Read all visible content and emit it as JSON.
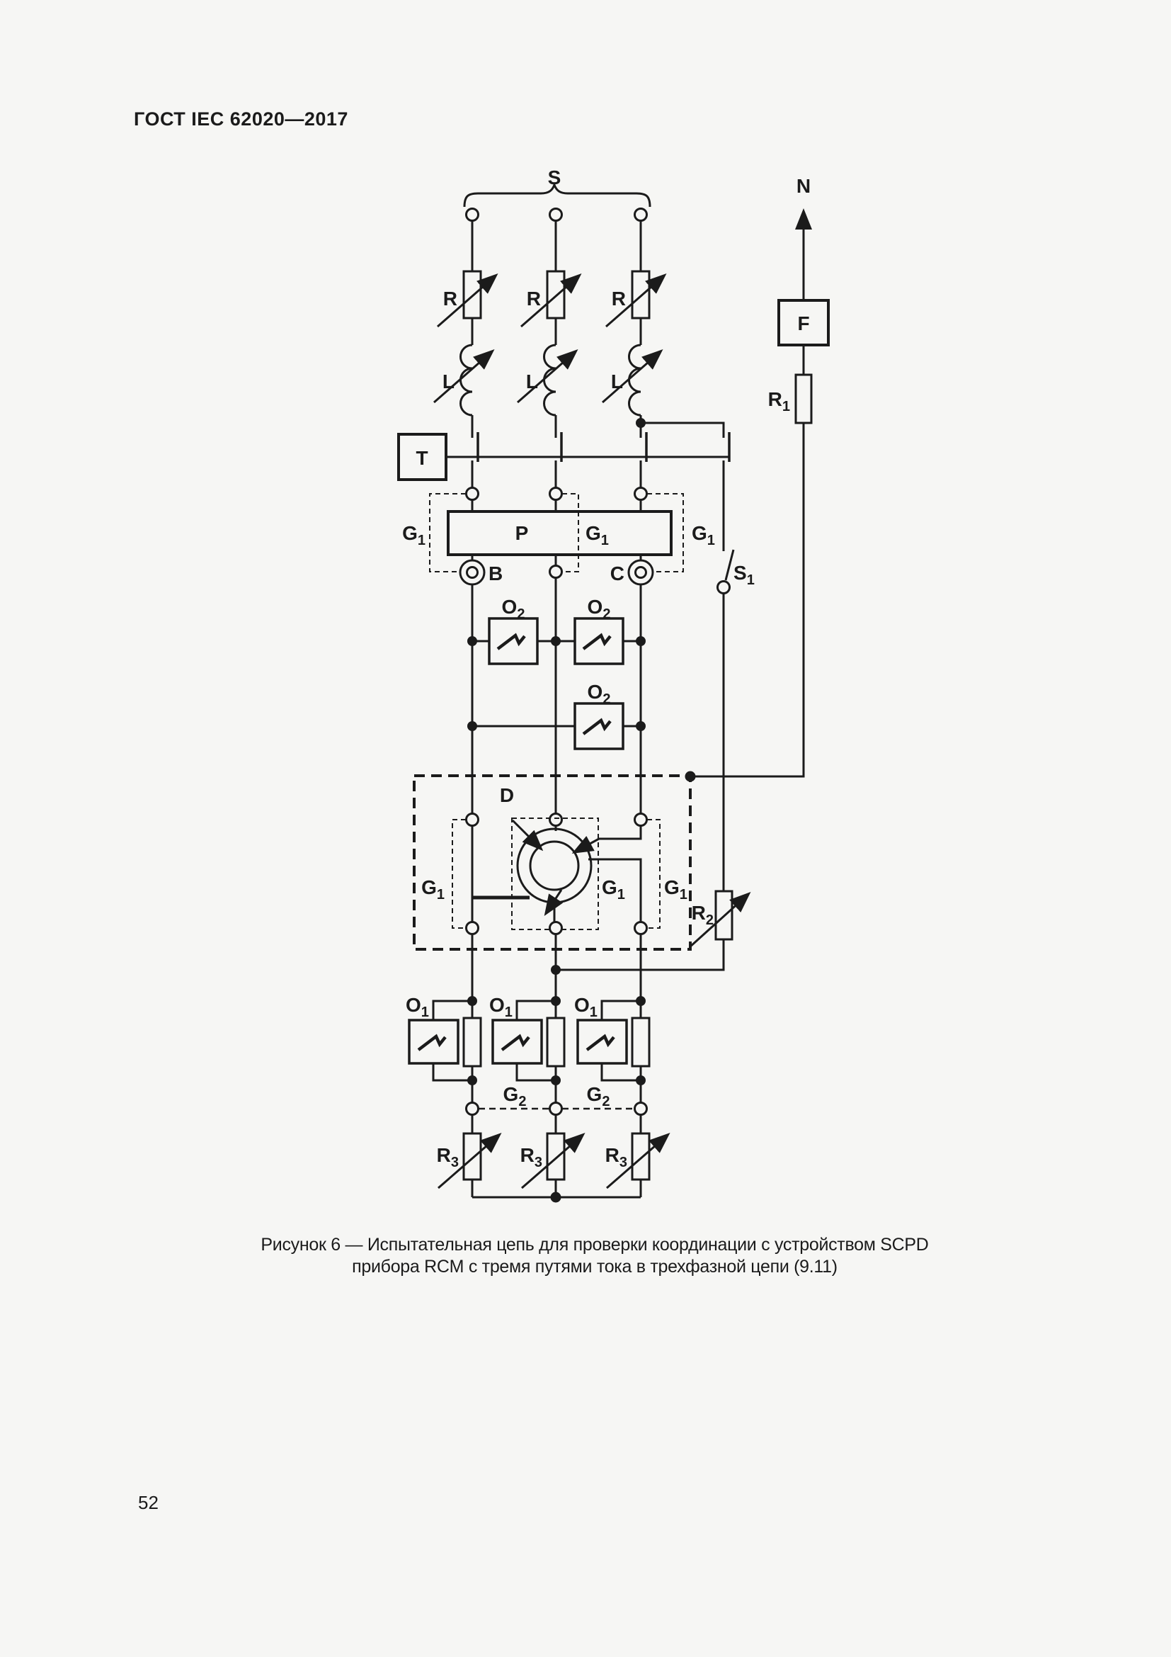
{
  "header": {
    "title": "ГОСТ IEC 62020—2017"
  },
  "footer": {
    "page_number": "52"
  },
  "caption": {
    "line1": "Рисунок 6 — Испытательная цепь для проверки координации с устройством SCPD",
    "line2": "прибора RCM с тремя путями тока в трехфазной цепи (9.11)"
  },
  "diagram": {
    "labels": {
      "s": "S",
      "n": "N",
      "r": "R",
      "l": "L",
      "f": "F",
      "t": "T",
      "p": "P",
      "d": "D",
      "b": "B",
      "c": "C",
      "r1": {
        "main": "R",
        "sub": "1"
      },
      "r2": {
        "main": "R",
        "sub": "2"
      },
      "r3": {
        "main": "R",
        "sub": "3"
      },
      "g1": {
        "main": "G",
        "sub": "1"
      },
      "g2": {
        "main": "G",
        "sub": "2"
      },
      "o1": {
        "main": "O",
        "sub": "1"
      },
      "o2": {
        "main": "O",
        "sub": "2"
      },
      "s1": {
        "main": "S",
        "sub": "1"
      }
    },
    "colors": {
      "line": "#1b1b1b",
      "background": "#f6f6f4"
    }
  }
}
